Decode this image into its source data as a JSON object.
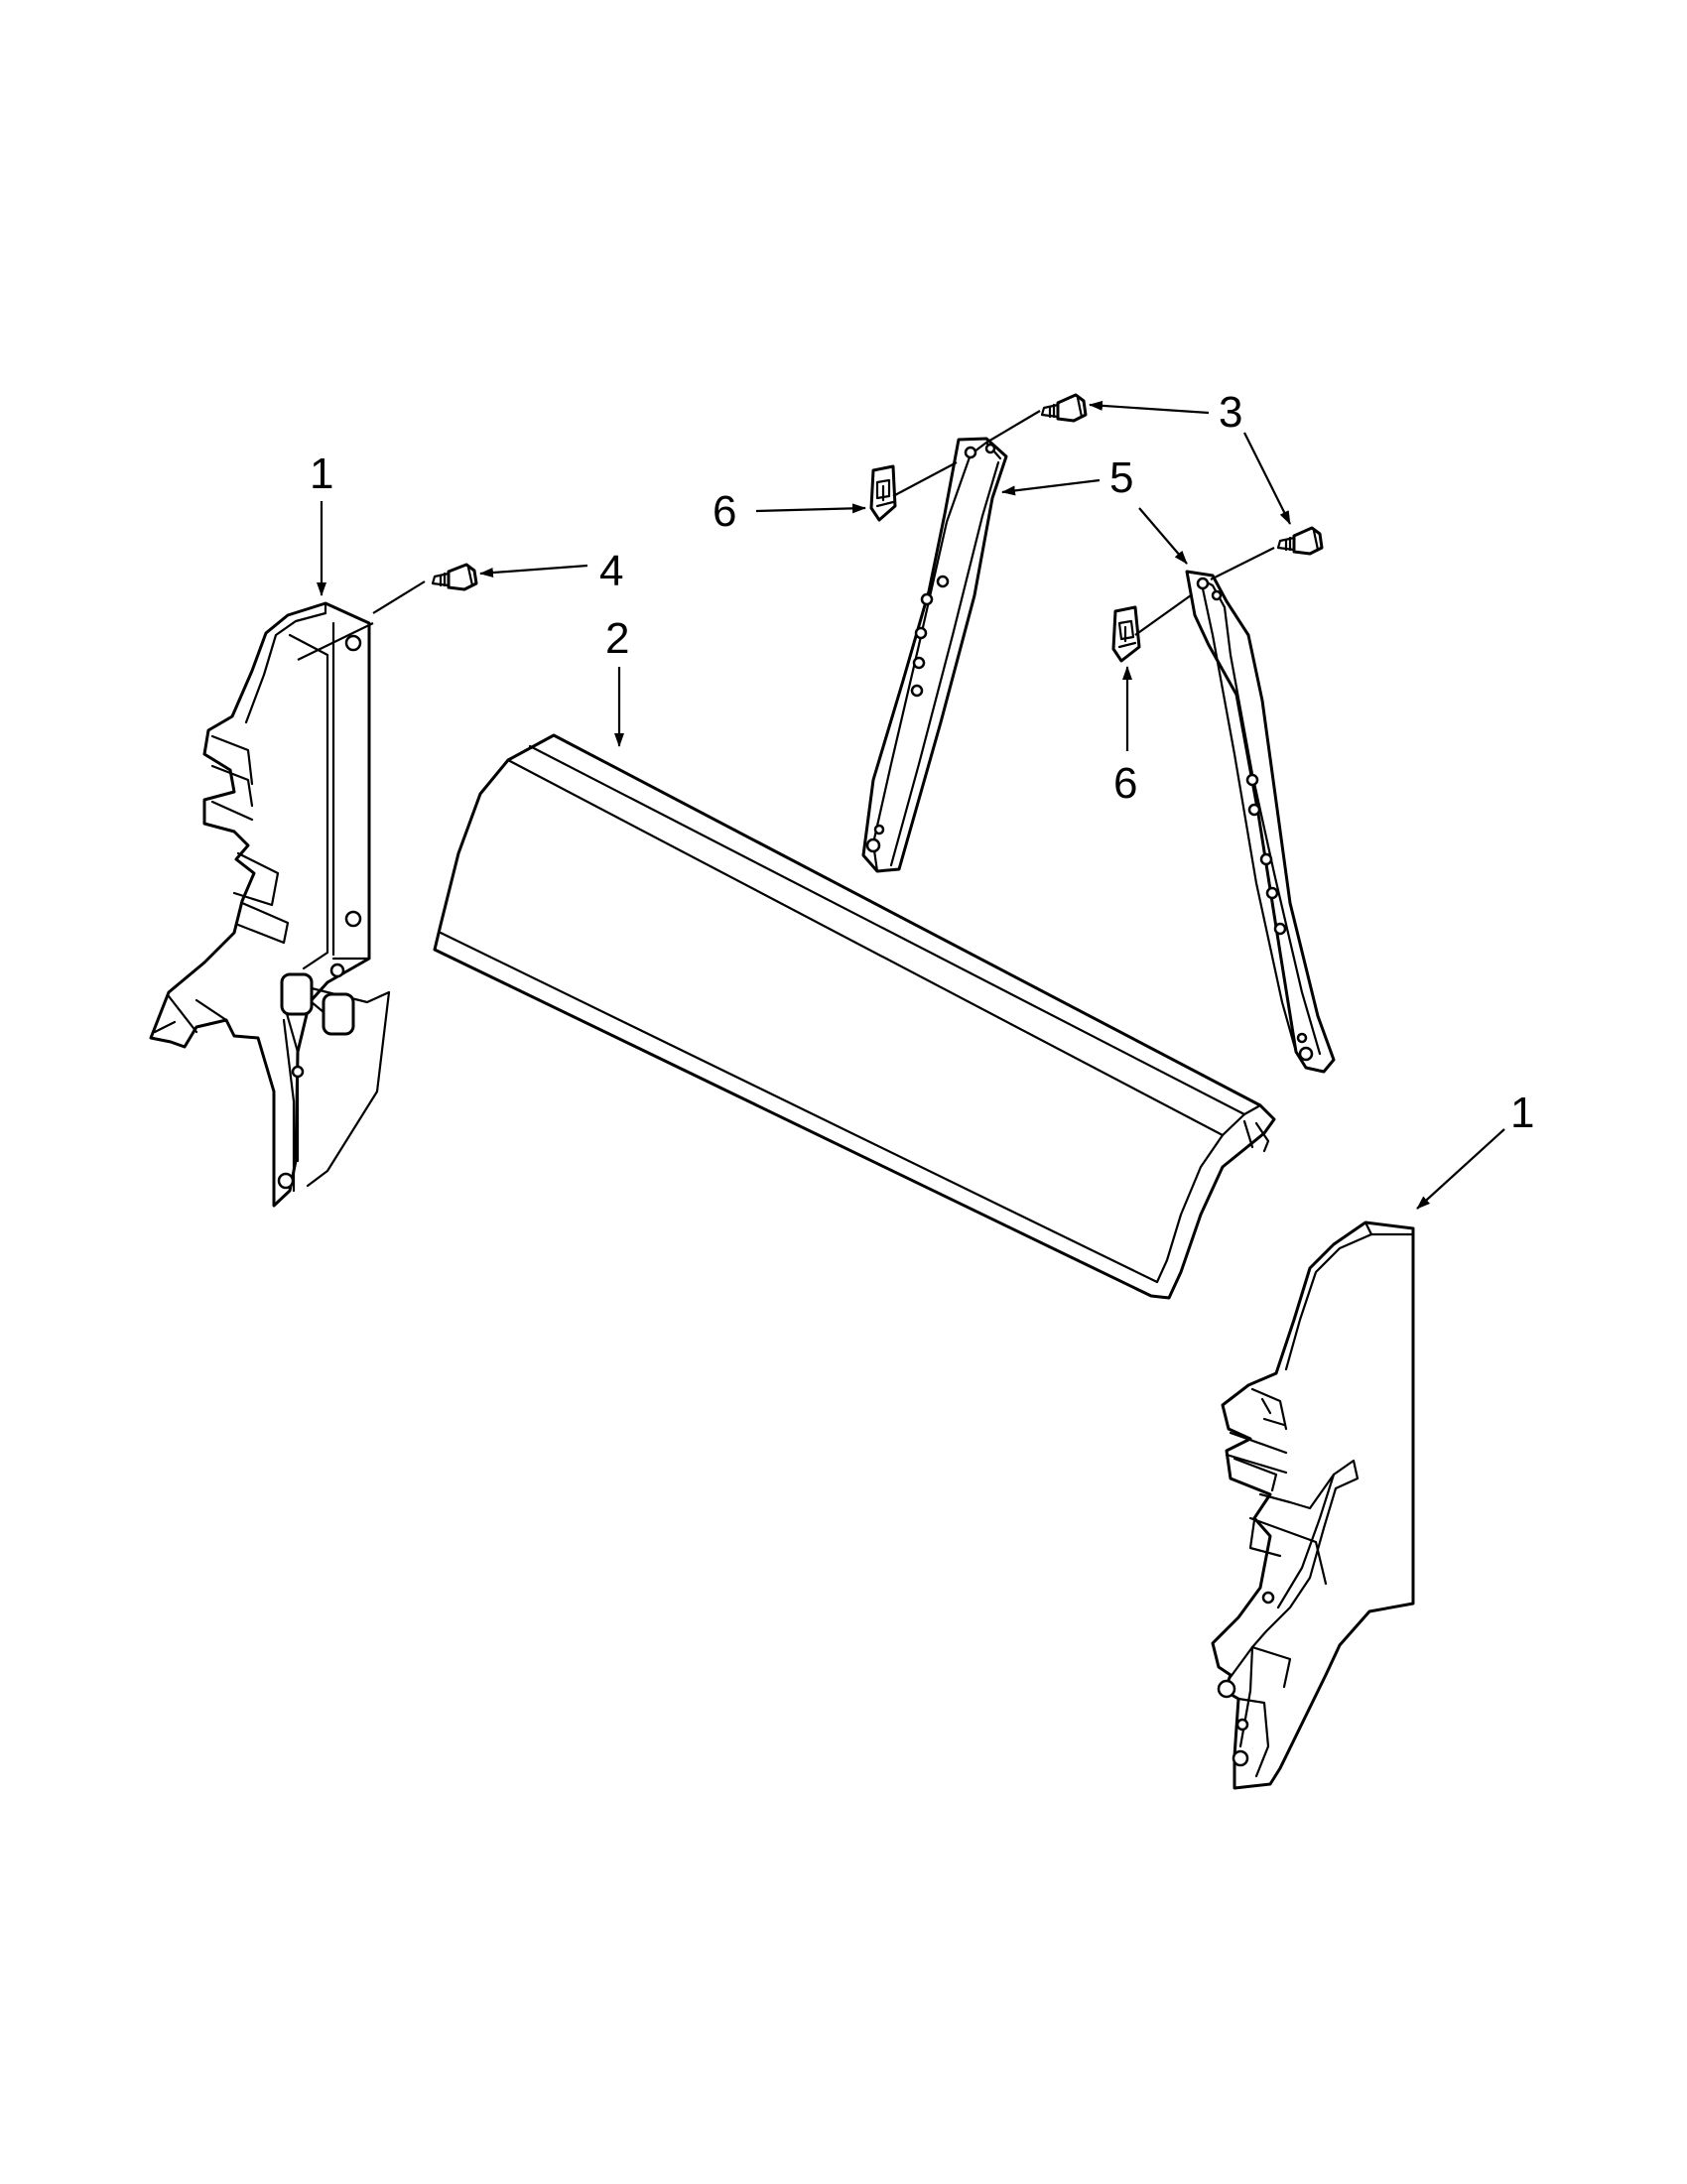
{
  "callouts": {
    "c1_left": "1",
    "c1_right": "1",
    "c2": "2",
    "c3": "3",
    "c4": "4",
    "c5": "5",
    "c6_left": "6",
    "c6_right": "6"
  }
}
